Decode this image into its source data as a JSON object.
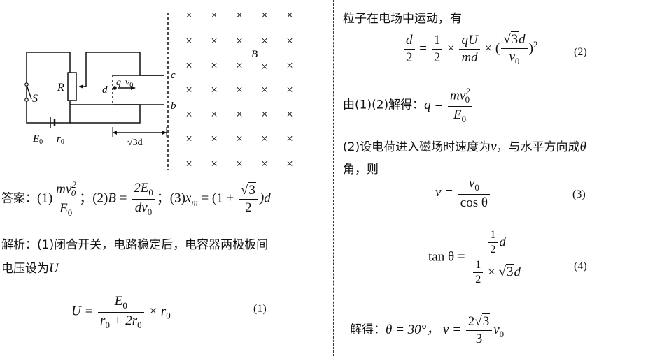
{
  "diagram": {
    "labels": {
      "switch": "S",
      "resistor": "R",
      "emf": "E",
      "emf_sub": "0",
      "internal_r": "r",
      "internal_r_sub": "0",
      "plate_c": "c",
      "plate_b": "b",
      "entry_d": "d",
      "particle_q": "q",
      "velocity": "v",
      "velocity_sub": "0",
      "field": "B",
      "gap_length": "√3d"
    },
    "field_mark": "×"
  },
  "answer": {
    "prefix": "答案：",
    "p1": "(1)",
    "p2": "；(2)",
    "p2_lhs": "B",
    "p2_eq": " = ",
    "p3": "；(3)",
    "p3_lhs": "x",
    "p3_sub": "m",
    "p3_eq": " = (1 + ",
    "p3_end": ")d",
    "q_num": "mv",
    "q_num_sup": "2",
    "q_num_sub": "0",
    "q_den": "E",
    "q_den_sub": "0",
    "b_num": "2E",
    "b_num_sub": "0",
    "b_den": "dv",
    "b_den_sub": "0",
    "x_num_root": "3",
    "x_den": "2"
  },
  "analysis": {
    "line1": "解析：(1)闭合开关，电路稳定后，电容器两极板间",
    "line2": "电压设为",
    "line2_var": "U",
    "eq1": {
      "lhs": "U = ",
      "num": "E",
      "num_sub": "0",
      "den": "r",
      "den_sub": "0",
      "den_mid": " + 2r",
      "den_sub2": "0",
      "tail": " × r",
      "tail_sub": "0",
      "tag": "(1)"
    }
  },
  "right": {
    "intro": "粒子在电场中运动，有",
    "eq2": {
      "lhs_num": "d",
      "lhs_den": "2",
      "eq": " = ",
      "half_num": "1",
      "half_den": "2",
      "times": " × ",
      "frac_num": "qU",
      "frac_den": "md",
      "times2": " × (",
      "in_num_root": "3",
      "in_num_var": "d",
      "in_den": "v",
      "in_den_sub": "0",
      "close": ")",
      "sup": "2",
      "tag": "(2)"
    },
    "solve1": {
      "prefix": "由(1)(2)解得：",
      "lhs": "q = ",
      "num": "mv",
      "num_sup": "2",
      "num_sub": "0",
      "den": "E",
      "den_sub": "0"
    },
    "part2_line1": "(2)设电荷进入磁场时速度为",
    "part2_var": "v",
    "part2_line1b": "，与水平方向成",
    "part2_theta": "θ",
    "part2_line2": "角，则",
    "eq3": {
      "lhs": "v = ",
      "num": "v",
      "num_sub": "0",
      "den": "cos θ",
      "tag": "(3)"
    },
    "eq4": {
      "lhs": "tan θ = ",
      "num_half_n": "1",
      "num_half_d": "2",
      "num_var": "d",
      "den_half_n": "1",
      "den_half_d": "2",
      "den_times": " × ",
      "den_root": "3",
      "den_var": "d",
      "tag": "(4)"
    },
    "solve2": {
      "prefix": "解得：",
      "theta": "θ = 30°，",
      "v_lhs": "v = ",
      "num_pre": "2",
      "num_root": "3",
      "den": "3",
      "tail": "v",
      "tail_sub": "0"
    }
  }
}
